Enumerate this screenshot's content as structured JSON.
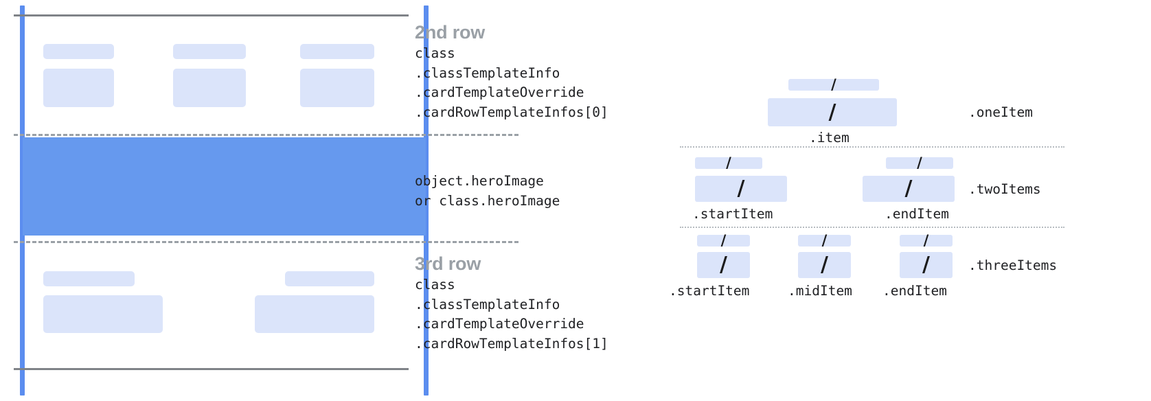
{
  "diagram": {
    "card": {
      "rows": [
        {
          "id": "second-row",
          "title": "2nd row",
          "code_lines": [
            "class",
            ".classTemplateInfo",
            ".cardTemplateOverride",
            ".cardRowTemplateInfos[0]"
          ],
          "columns": 3
        },
        {
          "id": "hero",
          "title": "",
          "code_lines": [
            "object.heroImage",
            "or class.heroImage"
          ],
          "columns": 0
        },
        {
          "id": "third-row",
          "title": "3rd row",
          "code_lines": [
            "class",
            ".classTemplateInfo",
            ".cardTemplateOverride",
            ".cardRowTemplateInfos[1]"
          ],
          "columns": 2
        }
      ]
    },
    "slots": {
      "groups": [
        {
          "id": "one-item",
          "group_label": ".oneItem",
          "items": [
            {
              "label": ".item",
              "glyph": "/"
            }
          ]
        },
        {
          "id": "two-items",
          "group_label": ".twoItems",
          "items": [
            {
              "label": ".startItem",
              "glyph": "/"
            },
            {
              "label": ".endItem",
              "glyph": "/"
            }
          ]
        },
        {
          "id": "three-items",
          "group_label": ".threeItems",
          "items": [
            {
              "label": ".startItem",
              "glyph": "/"
            },
            {
              "label": ".midItem",
              "glyph": "/"
            },
            {
              "label": ".endItem",
              "glyph": "/"
            }
          ]
        }
      ]
    },
    "colors": {
      "guide_blue": "#5b8def",
      "hero_blue": "#6699ee",
      "placeholder_blue": "#dbe4fa",
      "rule_gray": "#7f8388",
      "dash_gray": "#9aa0a6",
      "title_gray": "#9aa0a6",
      "code_black": "#202124"
    }
  }
}
